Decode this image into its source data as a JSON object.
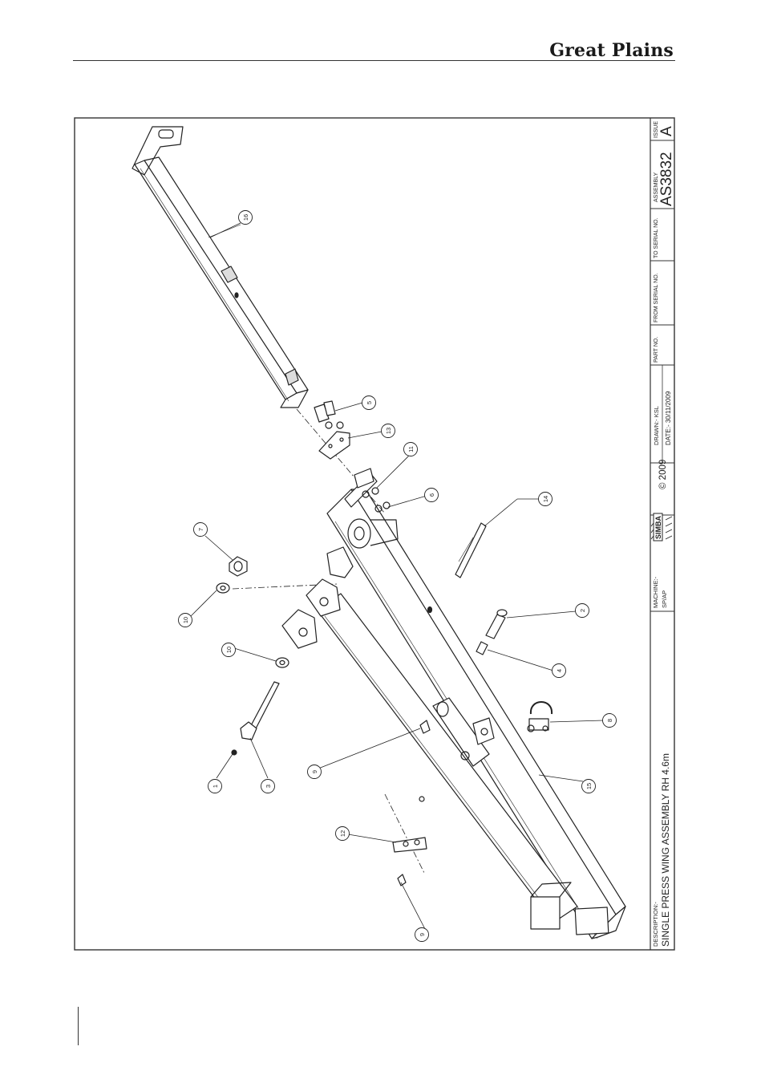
{
  "header": {
    "brand": "Great Plains"
  },
  "title_block": {
    "description_label": "DESCRIPTION:-",
    "description": "SINGLE PRESS WING ASSEMBLY RH 4.6m",
    "machine_label": "MACHINE:-",
    "machine": "SP/AP",
    "logo_text": "SIMBA",
    "copyright": "© 2009",
    "drawn": "DRAWN:-  KSL",
    "date": "DATE:-  30/11/2009",
    "part_no_label": "PART NO.",
    "from_serial_label": "FROM SERIAL NO.",
    "to_serial_label": "TO SERIAL NO.",
    "assembly_label": "ASSEMBLY",
    "assembly": "AS3832",
    "issue_label": "ISSUE",
    "issue": "A"
  },
  "callouts": [
    {
      "id": "c16",
      "label": "16"
    },
    {
      "id": "c5",
      "label": "5"
    },
    {
      "id": "c13",
      "label": "13"
    },
    {
      "id": "c11",
      "label": "11"
    },
    {
      "id": "c6",
      "label": "6"
    },
    {
      "id": "c14",
      "label": "14"
    },
    {
      "id": "c7",
      "label": "7"
    },
    {
      "id": "c10a",
      "label": "10"
    },
    {
      "id": "c10b",
      "label": "10"
    },
    {
      "id": "c2",
      "label": "2"
    },
    {
      "id": "c4",
      "label": "4"
    },
    {
      "id": "c8",
      "label": "8"
    },
    {
      "id": "c1",
      "label": "1"
    },
    {
      "id": "c3",
      "label": "3"
    },
    {
      "id": "c9a",
      "label": "9"
    },
    {
      "id": "c15",
      "label": "15"
    },
    {
      "id": "c12",
      "label": "12"
    },
    {
      "id": "c9b",
      "label": "9"
    }
  ]
}
